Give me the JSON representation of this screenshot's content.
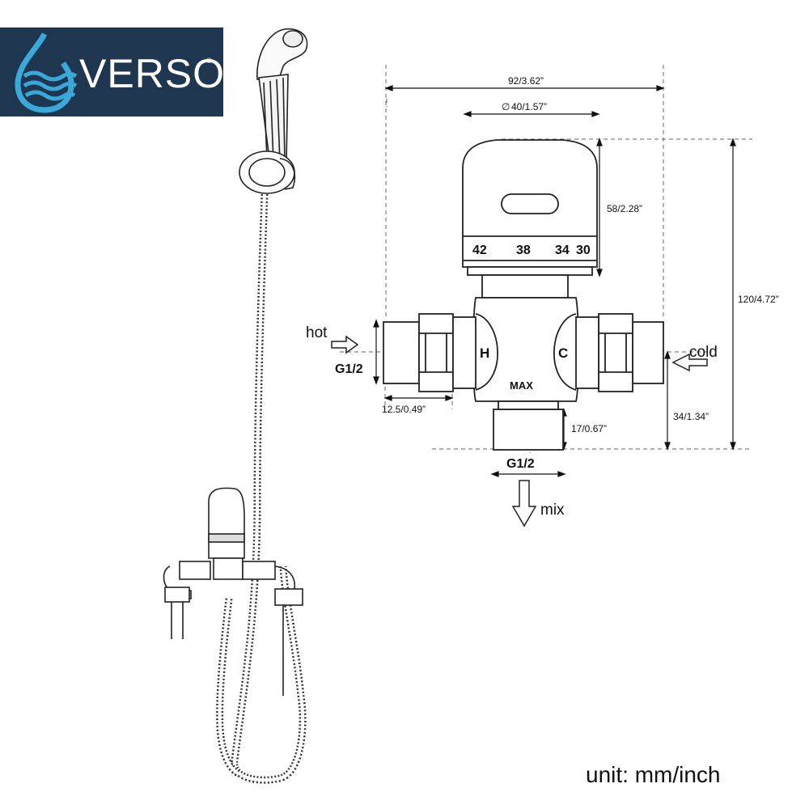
{
  "brand": {
    "name": "VERSO",
    "reg_mark": "®",
    "color": "#1f3650",
    "drop_color": "#3aa8d8"
  },
  "dimensions": {
    "overall_width": "92/3.62”",
    "handle_diameter": "40/1.57”",
    "handle_height": "58/2.28”",
    "overall_height": "120/4.72”",
    "inlet_thread": "12.5/0.49”",
    "outlet_length": "17/0.67”",
    "outlet_height": "34/1.34”",
    "diameter_symbol": "∅"
  },
  "scale_marks": [
    "42",
    "38",
    "34",
    "30"
  ],
  "body_labels": {
    "hot_side": "H",
    "cold_side": "C",
    "max": "MAX"
  },
  "ports": {
    "hot": "hot",
    "cold": "cold",
    "mix": "mix",
    "inlet_size": "G1/2",
    "outlet_size": "G1/2"
  },
  "unit_note": "unit: mm/inch"
}
